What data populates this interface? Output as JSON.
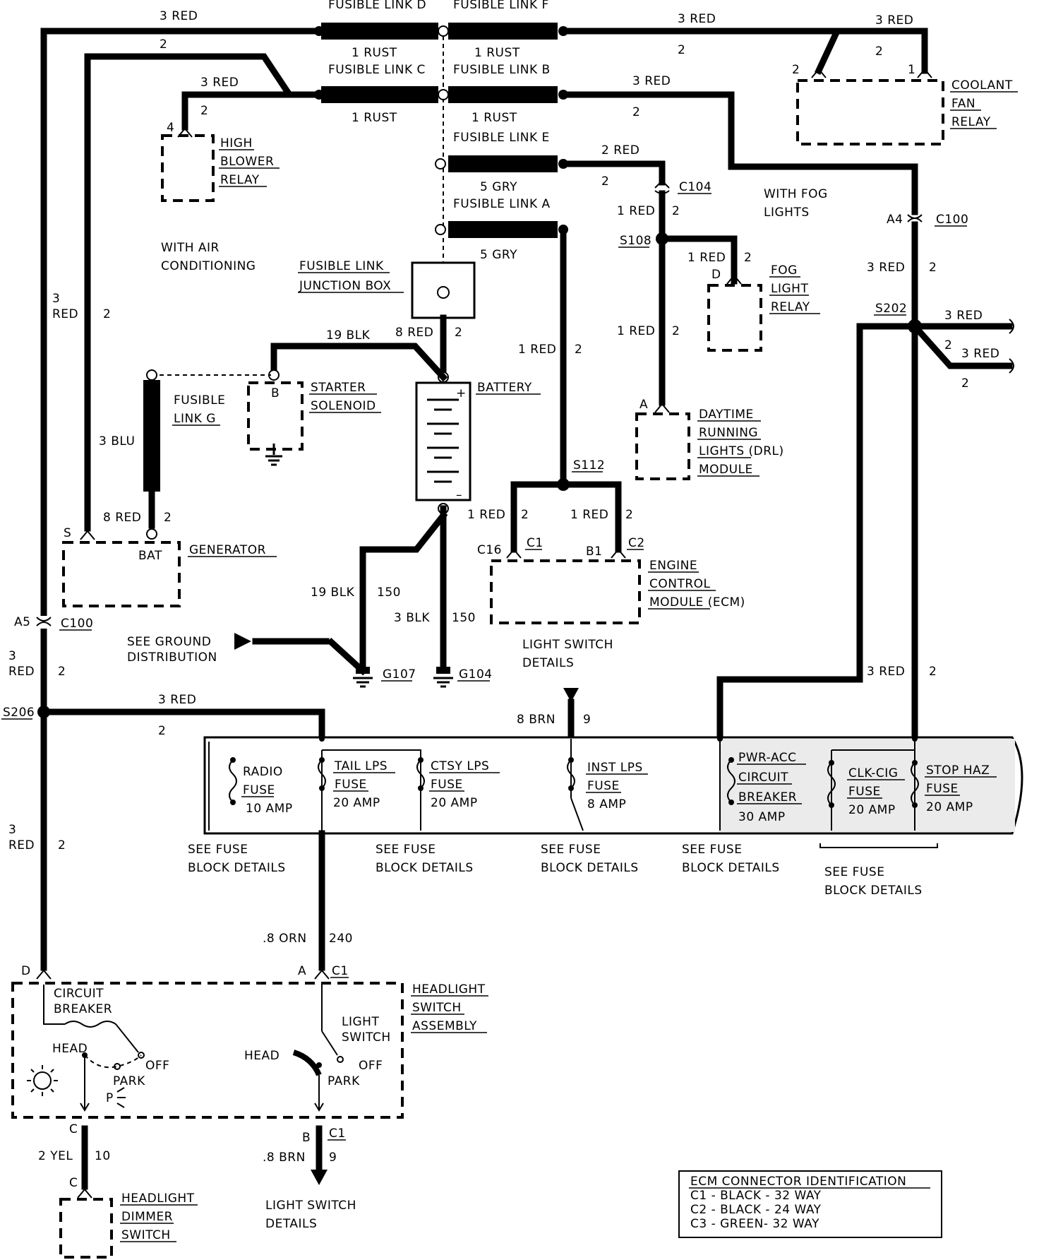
{
  "fusible_links": {
    "d": "FUSIBLE LINK D",
    "f": "FUSIBLE LINK F",
    "c": "FUSIBLE LINK C",
    "b": "FUSIBLE LINK B",
    "e": "FUSIBLE LINK E",
    "a": "FUSIBLE LINK A",
    "g_line1": "FUSIBLE",
    "g_line2": "LINK G",
    "junction_line1": "FUSIBLE LINK",
    "junction_line2": "JUNCTION BOX"
  },
  "wire_labels": {
    "w3red": "3 RED",
    "w2": "2",
    "w1rust": "1 RUST",
    "w2red": "2 RED",
    "w5gry": "5 GRY",
    "w1red": "1 RED",
    "w19blk": "19 BLK",
    "w8red": "8 RED",
    "w3blu": "3 BLU",
    "w150": "150",
    "w3blk": "3 BLK",
    "w3": "3",
    "wred": "RED",
    "w8brn": "8 BRN",
    "w9": "9",
    "w8orn": ".8 ORN",
    "w240": "240",
    "w8brn_dot": ".8 BRN",
    "w2yel": "2 YEL",
    "w10": "10"
  },
  "components": {
    "high_blower": [
      "HIGH",
      "BLOWER",
      "RELAY"
    ],
    "with_ac": [
      "WITH AIR",
      "CONDITIONING"
    ],
    "starter": [
      "STARTER",
      "SOLENOID"
    ],
    "battery": "BATTERY",
    "generator": "GENERATOR",
    "coolant_fan": [
      "COOLANT",
      "FAN",
      "RELAY"
    ],
    "with_fog": [
      "WITH FOG",
      "LIGHTS"
    ],
    "fog_relay": [
      "FOG",
      "LIGHT",
      "RELAY"
    ],
    "drl": [
      "DAYTIME",
      "RUNNING",
      "LIGHTS (DRL)",
      "MODULE"
    ],
    "ecm": [
      "ENGINE",
      "CONTROL",
      "MODULE (ECM)"
    ],
    "see_ground": [
      "SEE GROUND",
      "DISTRIBUTION"
    ],
    "light_switch_details": [
      "LIGHT SWITCH",
      "DETAILS"
    ],
    "headlight_switch": [
      "HEADLIGHT",
      "SWITCH",
      "ASSEMBLY"
    ],
    "dimmer": [
      "HEADLIGHT",
      "DIMMER",
      "SWITCH"
    ],
    "circuit_breaker": [
      "CIRCUIT",
      "BREAKER"
    ],
    "light_switch": [
      "LIGHT",
      "SWITCH"
    ],
    "head": "HEAD",
    "off": "OFF",
    "park": "PARK",
    "p": "P",
    "bat": "BAT"
  },
  "connectors": {
    "c104": "C104",
    "s108": "S108",
    "c100": "C100",
    "a4": "A4",
    "s202": "S202",
    "s112": "S112",
    "c16": "C16",
    "c1": "C1",
    "b1": "B1",
    "c2": "C2",
    "a5": "A5",
    "s206": "S206",
    "g107": "G107",
    "g104": "G104",
    "pin_d": "D",
    "pin_a": "A",
    "pin_b": "B",
    "pin_c": "C",
    "pin_s": "S",
    "pin_1": "1",
    "pin_2": "2",
    "pin_4": "4",
    "plus": "+",
    "minus": "–"
  },
  "fuses": {
    "radio": [
      "RADIO",
      "FUSE",
      "10 AMP"
    ],
    "tail": [
      "TAIL LPS",
      "FUSE",
      "20 AMP"
    ],
    "ctsy": [
      "CTSY LPS",
      "FUSE",
      "20 AMP"
    ],
    "inst": [
      "INST LPS",
      "FUSE",
      "8 AMP"
    ],
    "pwr": [
      "PWR-ACC",
      "CIRCUIT",
      "BREAKER",
      "30 AMP"
    ],
    "clk": [
      "CLK-CIG",
      "FUSE",
      "20 AMP"
    ],
    "stop": [
      "STOP HAZ",
      "FUSE",
      "20 AMP"
    ],
    "see_fuse": [
      "SEE FUSE",
      "BLOCK DETAILS"
    ]
  },
  "ecm_id": {
    "title": "ECM CONNECTOR IDENTIFICATION",
    "rows": [
      "C1 - BLACK - 32 WAY",
      "C2 - BLACK - 24 WAY",
      "C3 - GREEN- 32 WAY"
    ]
  }
}
